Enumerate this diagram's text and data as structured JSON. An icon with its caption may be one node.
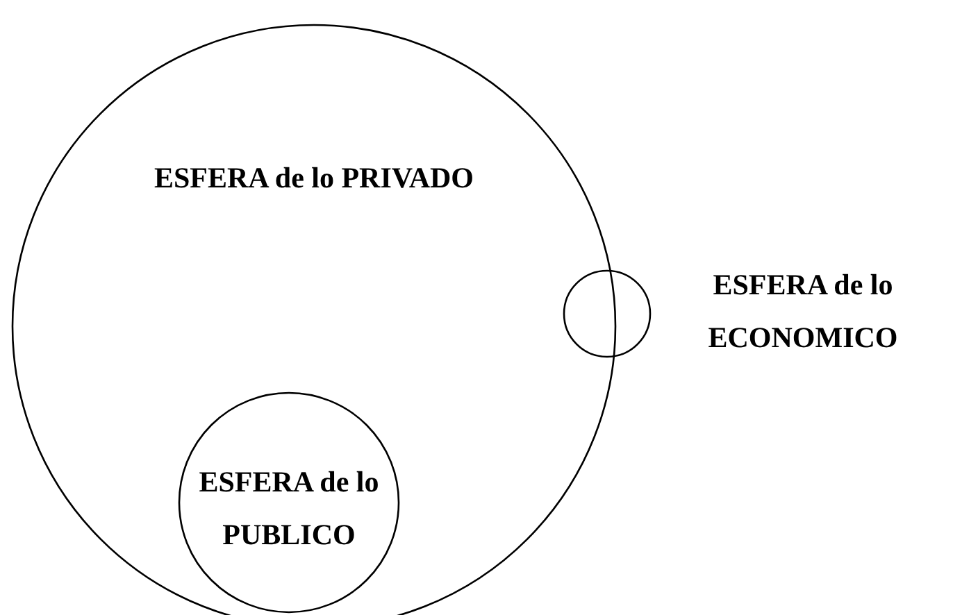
{
  "diagram": {
    "nodes": [
      {
        "text": [
          "ESFERA de lo PRIVADO"
        ]
      },
      {
        "text": [
          "ESFERA de lo PUBLICO"
        ],
        "in": 0
      },
      {
        "text": [
          "ESFERA de lo ECONOMICO"
        ]
      }
    ]
  }
}
